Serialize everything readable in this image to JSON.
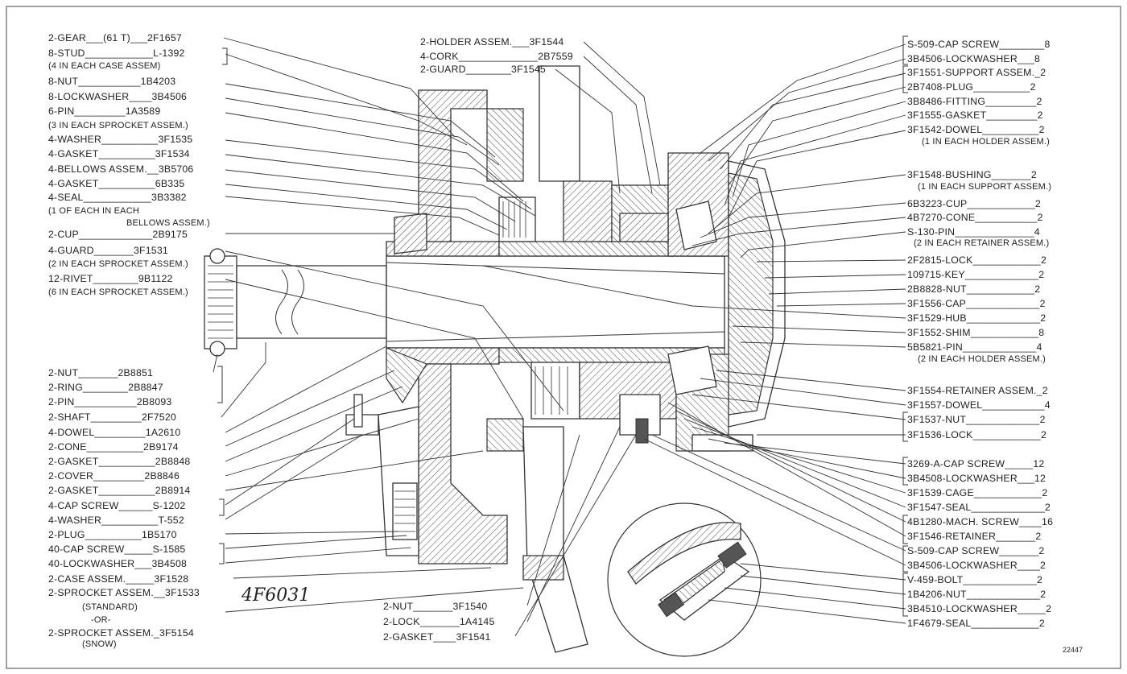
{
  "left_callouts": [
    {
      "text": "2-GEAR___(61 T)___2F1657"
    },
    {
      "text": "8-STUD____________L-1392"
    },
    {
      "text": "(4 IN EACH CASE ASSEM)"
    },
    {
      "text": "8-NUT___________1B4203"
    },
    {
      "text": "8-LOCKWASHER____3B4506"
    },
    {
      "text": "6-PIN_________1A3589"
    },
    {
      "text": "(3 IN EACH SPROCKET ASSEM.)"
    },
    {
      "text": "4-WASHER__________3F1535"
    },
    {
      "text": "4-GASKET__________3F1534"
    },
    {
      "text": "4-BELLOWS ASSEM.__3B5706"
    },
    {
      "text": "4-GASKET__________6B335"
    },
    {
      "text": "4-SEAL____________3B3382"
    },
    {
      "text": "(1 OF EACH IN EACH"
    },
    {
      "text": "BELLOWS ASSEM.)"
    },
    {
      "text": "2-CUP_____________2B9175"
    },
    {
      "text": "4-GUARD_______3F1531"
    },
    {
      "text": "(2 IN EACH SPROCKET ASSEM.)"
    },
    {
      "text": "12-RIVET________9B1122"
    },
    {
      "text": "(6 IN EACH SPROCKET ASSEM.)"
    },
    {
      "text": "2-NUT_______2B8851"
    },
    {
      "text": "2-RING________2B8847"
    },
    {
      "text": "2-PIN___________2B8093"
    },
    {
      "text": "2-SHAFT_________2F7520"
    },
    {
      "text": "4-DOWEL_________1A2610"
    },
    {
      "text": "2-CONE__________2B9174"
    },
    {
      "text": "2-GASKET__________2B8848"
    },
    {
      "text": "2-COVER_________2B8846"
    },
    {
      "text": "2-GASKET__________2B8914"
    },
    {
      "text": "4-CAP SCREW______S-1202"
    },
    {
      "text": "4-WASHER__________T-552"
    },
    {
      "text": "2-PLUG__________1B5170"
    },
    {
      "text": "40-CAP SCREW_____S-1585"
    },
    {
      "text": "40-LOCKWASHER___3B4508"
    },
    {
      "text": "2-CASE ASSEM._____3F1528"
    },
    {
      "text": "2-SPROCKET ASSEM.__3F1533"
    },
    {
      "text": "(STANDARD)"
    },
    {
      "text": "-OR-"
    },
    {
      "text": "2-SPROCKET ASSEM._3F5154"
    },
    {
      "text": "(SNOW)"
    }
  ],
  "top_callouts": [
    {
      "text": "2-HOLDER ASSEM.___3F1544"
    },
    {
      "text": "4-CORK______________2B7559"
    },
    {
      "text": "2-GUARD________3F1545"
    }
  ],
  "right_callouts": [
    {
      "text": "S-509-CAP SCREW________8"
    },
    {
      "text": "3B4506-LOCKWASHER___8"
    },
    {
      "text": "3F1551-SUPPORT ASSEM._2"
    },
    {
      "text": "2B7408-PLUG__________2"
    },
    {
      "text": "3B8486-FITTING_________2"
    },
    {
      "text": "3F1555-GASKET_________2"
    },
    {
      "text": "3F1542-DOWEL__________2"
    },
    {
      "text": "(1 IN EACH HOLDER ASSEM.)"
    },
    {
      "text": "3F1548-BUSHING_______2"
    },
    {
      "text": "(1 IN EACH SUPPORT ASSEM.)"
    },
    {
      "text": "6B3223-CUP____________2"
    },
    {
      "text": "4B7270-CONE___________2"
    },
    {
      "text": "S-130-PIN______________4"
    },
    {
      "text": "(2 IN EACH RETAINER ASSEM.)"
    },
    {
      "text": "2F2815-LOCK____________2"
    },
    {
      "text": "109715-KEY_____________2"
    },
    {
      "text": "2B8828-NUT____________2"
    },
    {
      "text": "3F1556-CAP_____________2"
    },
    {
      "text": "3F1529-HUB_____________2"
    },
    {
      "text": "3F1552-SHIM____________8"
    },
    {
      "text": "5B5821-PIN_____________4"
    },
    {
      "text": "(2 IN EACH HOLDER ASSEM.)"
    },
    {
      "text": "3F1554-RETAINER ASSEM._2"
    },
    {
      "text": "3F1557-DOWEL___________4"
    },
    {
      "text": "3F1537-NUT_____________2"
    },
    {
      "text": "3F1536-LOCK____________2"
    },
    {
      "text": "3269-A-CAP SCREW_____12"
    },
    {
      "text": "3B4508-LOCKWASHER___12"
    },
    {
      "text": "3F1539-CAGE____________2"
    },
    {
      "text": "3F1547-SEAL_____________2"
    },
    {
      "text": "4B1280-MACH. SCREW____16"
    },
    {
      "text": "3F1546-RETAINER_______2"
    },
    {
      "text": "S-509-CAP SCREW_______2"
    },
    {
      "text": "3B4506-LOCKWASHER____2"
    },
    {
      "text": "V-459-BOLT_____________2"
    },
    {
      "text": "1B4206-NUT_____________2"
    },
    {
      "text": "3B4510-LOCKWASHER_____2"
    },
    {
      "text": "1F4679-SEAL____________2"
    }
  ],
  "bottom_callouts": [
    {
      "text": "2-NUT_______3F1540"
    },
    {
      "text": "2-LOCK_______1A4145"
    },
    {
      "text": "2-GASKET____3F1541"
    }
  ],
  "handwritten_note": "4F6031",
  "figure_number": "22447"
}
